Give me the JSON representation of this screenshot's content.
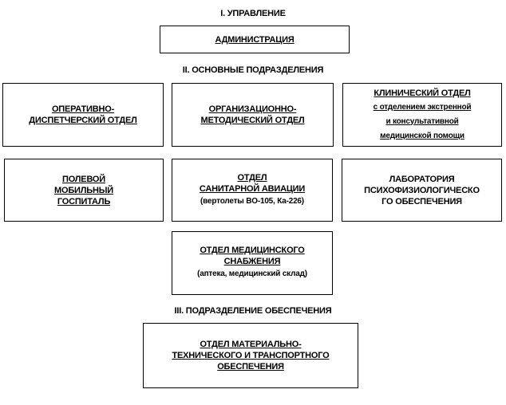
{
  "section1": {
    "title": "I. УПРАВЛЕНИЕ",
    "admin": "АДМИНИСТРАЦИЯ"
  },
  "section2": {
    "title": "II. ОСНОВНЫЕ  ПОДРАЗДЕЛЕНИЯ",
    "operative": [
      "ОПЕРАТИВНО-",
      "ДИСПЕТЧЕРСКИЙ  ОТДЕЛ"
    ],
    "organizational": [
      "ОРГАНИЗАЦИОННО-",
      "МЕТОДИЧЕСКИЙ  ОТДЕЛ"
    ],
    "clinical": {
      "title": "КЛИНИЧЕСКИЙ  ОТДЕЛ",
      "lines": [
        "с отделением экстренной",
        "и консультативной",
        "медицинской помощи"
      ]
    },
    "field_hospital": [
      "ПОЛЕВОЙ",
      "МОБИЛЬНЫЙ",
      "ГОСПИТАЛЬ"
    ],
    "aviation": {
      "title": [
        "ОТДЕЛ",
        "САНИТАРНОЙ  АВИАЦИИ"
      ],
      "note": "(вертолеты  BO-105,  Ка-226)"
    },
    "laboratory": [
      "ЛАБОРАТОРИЯ",
      "ПСИХОФИЗИОЛОГИЧЕСКО",
      "ГО ОБЕСПЕЧЕНИЯ"
    ],
    "supply": {
      "title": [
        "ОТДЕЛ  МЕДИЦИНСКОГО",
        "СНАБЖЕНИЯ"
      ],
      "note": "(аптека,  медицинский  склад)"
    }
  },
  "section3": {
    "title": "III. ПОДРАЗДЕЛЕНИЕ  ОБЕСПЕЧЕНИЯ",
    "material": [
      "ОТДЕЛ МАТЕРИАЛЬНО-",
      "ТЕХНИЧЕСКОГО  И ТРАНСПОРТНОГО",
      "ОБЕСПЕЧЕНИЯ"
    ]
  }
}
